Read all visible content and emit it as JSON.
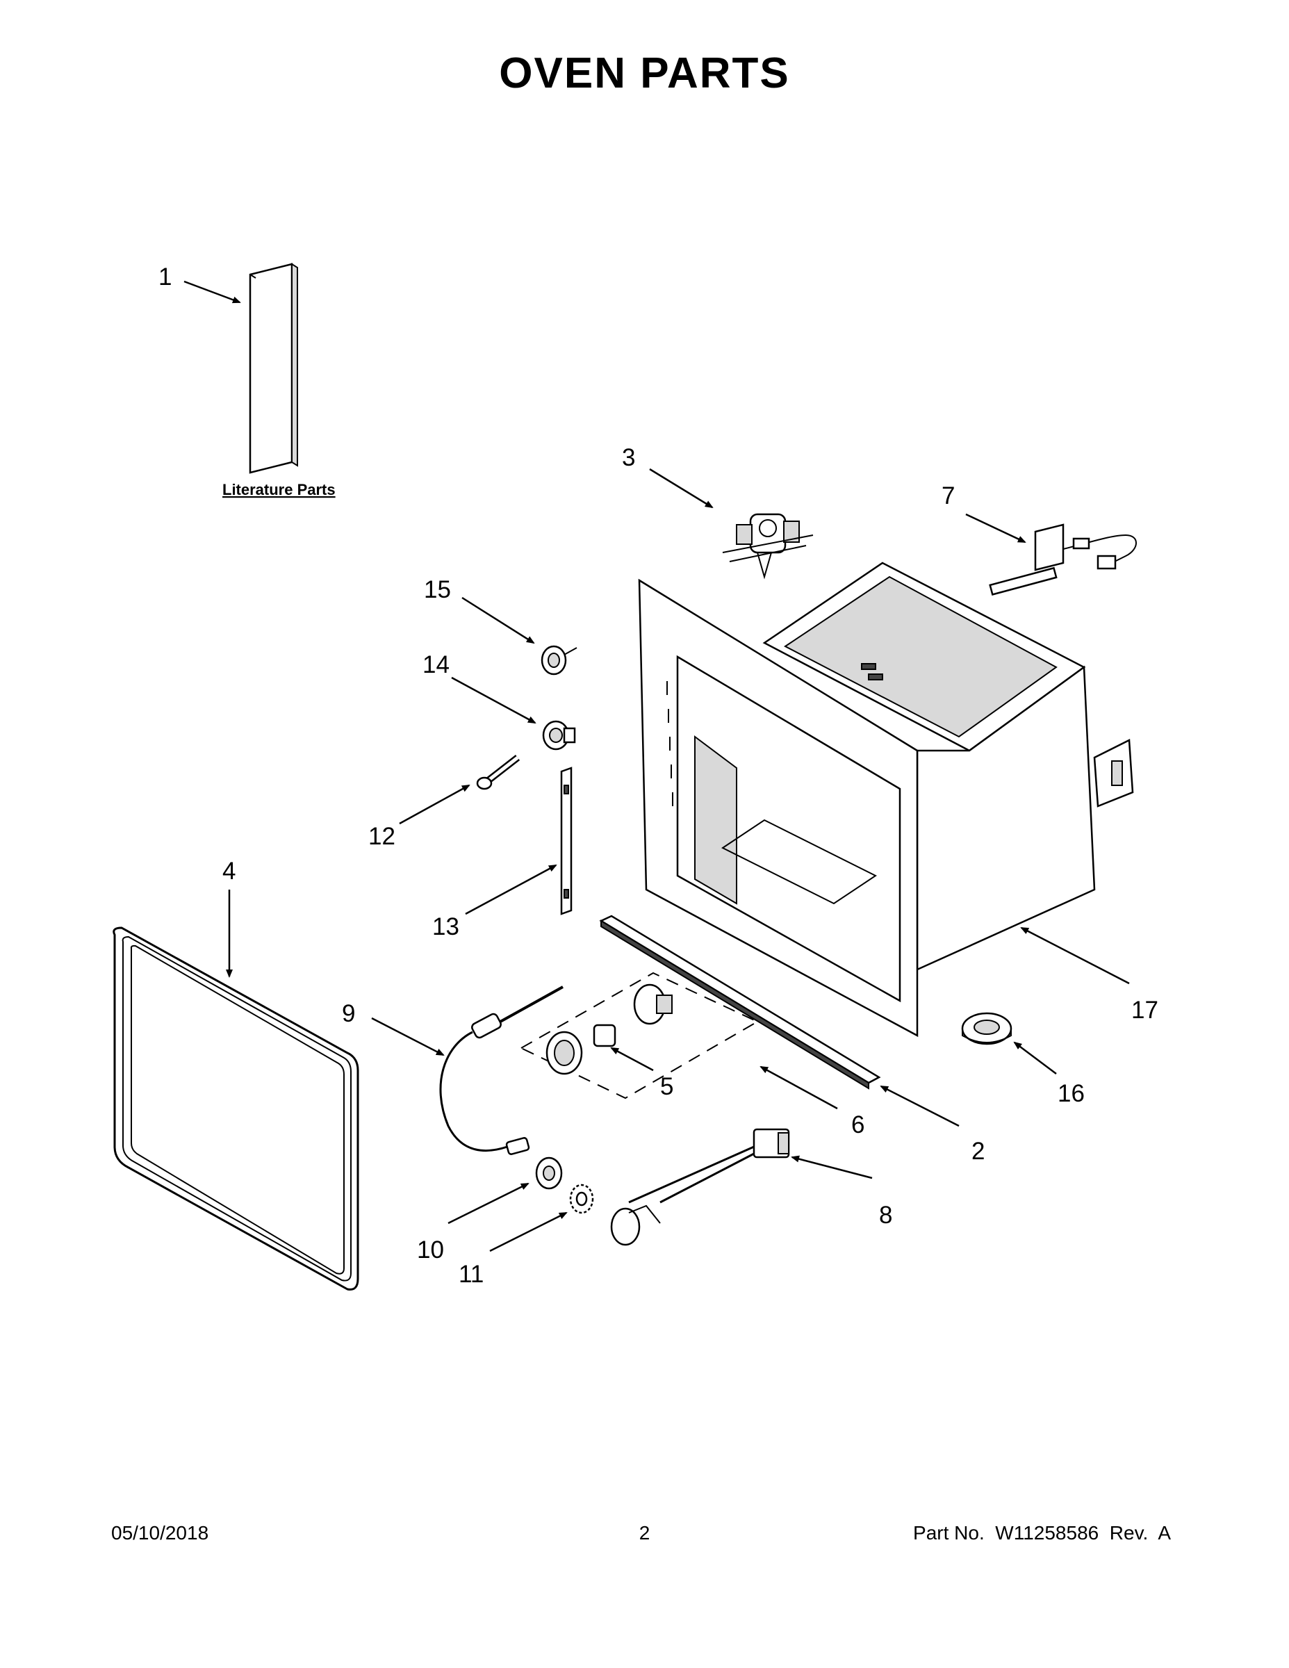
{
  "title": "OVEN PARTS",
  "literature_label": "Literature Parts",
  "callouts": {
    "c1": "1",
    "c2": "2",
    "c3": "3",
    "c4": "4",
    "c5": "5",
    "c6": "6",
    "c7": "7",
    "c8": "8",
    "c9": "9",
    "c10": "10",
    "c11": "11",
    "c12": "12",
    "c13": "13",
    "c14": "14",
    "c15": "15",
    "c16": "16",
    "c17": "17"
  },
  "footer": {
    "date": "05/10/2018",
    "page": "2",
    "part_prefix": "Part No.",
    "part_number": "W11258586",
    "rev_prefix": "Rev.",
    "rev": "A"
  }
}
